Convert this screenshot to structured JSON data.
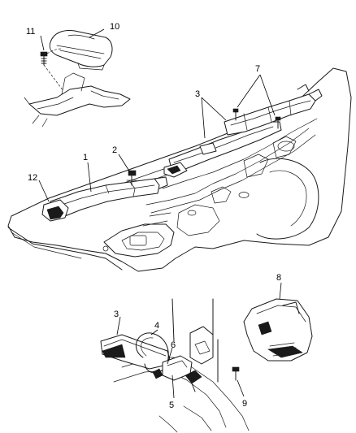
{
  "callouts": {
    "c1": "1",
    "c2": "2",
    "c3_top": "3",
    "c3_bottom": "3",
    "c4": "4",
    "c5": "5",
    "c6": "6",
    "c7": "7",
    "c8": "8",
    "c9": "9",
    "c10": "10",
    "c11": "11",
    "c12": "12"
  },
  "colors": {
    "ink": "#1a1a1a",
    "paper": "#ffffff"
  }
}
